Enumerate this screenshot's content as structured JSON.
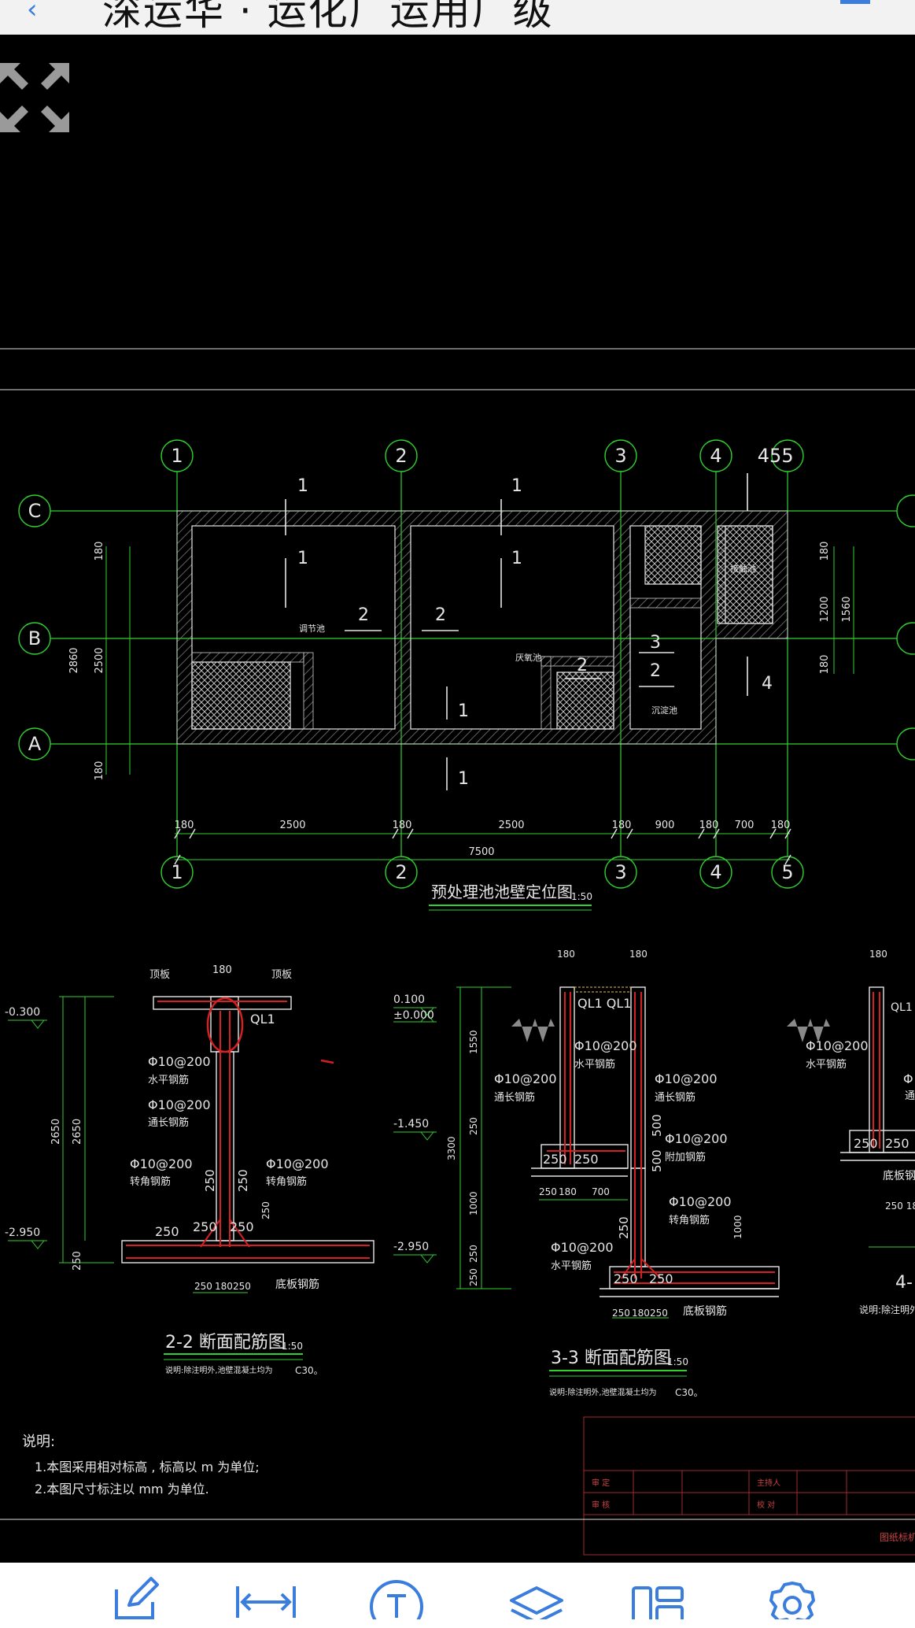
{
  "app": {
    "title": "深运华 · 运化厂运用厂级"
  },
  "drawing": {
    "plan_title": "预处理池池壁定位图",
    "plan_scale": "1:50",
    "axis_labels": {
      "top": [
        "1",
        "2",
        "3",
        "4",
        "5"
      ],
      "bottom": [
        "1",
        "2",
        "3",
        "4",
        "5"
      ],
      "rows": [
        "C",
        "B",
        "A"
      ],
      "top_extra": "45"
    },
    "plan_dims": {
      "bottom": [
        "180",
        "2500",
        "180",
        "2500",
        "180",
        "900",
        "180",
        "700",
        "180"
      ],
      "total": "7500",
      "left_rows": [
        "180",
        "2500",
        "180"
      ],
      "left_total": "2860",
      "right_rows": [
        "180",
        "1200",
        "180"
      ],
      "right_total": "1560"
    },
    "plan_labels": {
      "cut_marks": [
        "1",
        "1",
        "1",
        "1",
        "2",
        "2",
        "2",
        "2",
        "3",
        "4",
        "1",
        "1"
      ],
      "room1": "调节池",
      "room2": "厌氧池",
      "room3": "沉淀池",
      "room4": "接触池"
    },
    "section2": {
      "title": "2-2 断面配筋图",
      "scale": "1:50",
      "note": "说明:除注明外,池壁混凝土均为",
      "grade": "C30。",
      "elev_top": "-0.300",
      "elev_bot": "-2.950",
      "dim_total": "2650",
      "dim_inner": "2650",
      "dim_base": "250",
      "slab_l": "顶板",
      "slab_r": "顶板",
      "top_w": "180",
      "beam": "QL1",
      "rebar1": "Φ10@200",
      "rebar1_note": "水平钢筋",
      "rebar2": "Φ10@200",
      "rebar2_note": "通长钢筋",
      "rebar3": "Φ10@200",
      "rebar3_note": "转角钢筋",
      "rebar4": "Φ10@200",
      "rebar4_note": "转角钢筋",
      "d250a": "250",
      "d250b": "250",
      "d250c": "250",
      "d250d": "250",
      "d250e": "250",
      "d250f": "250",
      "base_dims": [
        "250",
        "180",
        "250"
      ],
      "bottom_rebar": "底板钢筋"
    },
    "section3": {
      "title": "3-3 断面配筋图",
      "scale": "1:50",
      "note": "说明:除注明外,池壁混凝土均为",
      "grade": "C30。",
      "elev1": "0.100",
      "elev2": "±0.000",
      "elev3": "-1.450",
      "elev4": "-2.950",
      "dims_v": [
        "1550",
        "250",
        "1000",
        "250",
        "250"
      ],
      "dim_total": "3300",
      "top_w1": "180",
      "top_w2": "180",
      "beam": "QL1 QL1",
      "rebar1": "Φ10@200",
      "rebar1_note": "水平钢筋",
      "rebar2": "Φ10@200",
      "rebar2_note": "通长钢筋",
      "rebar3": "Φ10@200",
      "rebar3_note": "通长钢筋",
      "rebar4": "Φ10@200",
      "rebar4_note": "附加钢筋",
      "rebar5": "Φ10@200",
      "rebar5_note": "转角钢筋",
      "rebar6": "Φ10@200",
      "rebar6_note": "水平钢筋",
      "step_dims": [
        "250",
        "250"
      ],
      "mid_dims": [
        "250",
        "180",
        "700"
      ],
      "vert_dims": [
        "500",
        "500"
      ],
      "d1000": "1000",
      "d250": "250",
      "base_dims": [
        "250",
        "250"
      ],
      "base_dims2": [
        "250",
        "180",
        "250"
      ],
      "bottom_rebar": "底板钢筋"
    },
    "section4": {
      "top_w": "180",
      "beam": "QL1",
      "rebar1": "Φ10@200",
      "rebar1_note": "水平钢筋",
      "rebar2": "Φ",
      "rebar3": "通",
      "base_dims": [
        "250",
        "250"
      ],
      "bottom_rebar": "底板钢",
      "base_dims2": "250 18",
      "title": "4-",
      "note": "说明:除注明外"
    },
    "notes": {
      "heading": "说明:",
      "line1": "1.本图采用相对标高 , 标高以 m 为单位;",
      "line2": "2.本图尺寸标注以 mm 为单位."
    },
    "titleblock": {
      "r1c1": "审 定",
      "r1c2": "主持人",
      "r2c1": "审 核",
      "r2c2": "校 对",
      "drawing_name": "图纸标机"
    }
  },
  "toolbar": {
    "items": [
      {
        "name": "edit",
        "icon": "pencil-icon"
      },
      {
        "name": "measure",
        "icon": "measure-icon"
      },
      {
        "name": "text",
        "icon": "text-icon"
      },
      {
        "name": "layers",
        "icon": "layers-icon"
      },
      {
        "name": "layout",
        "icon": "layout-icon"
      },
      {
        "name": "settings",
        "icon": "gear-icon"
      }
    ]
  },
  "colors": {
    "green": "#2fd12f",
    "white": "#e6e6e6",
    "red": "#d42020",
    "hatch": "#8a8a8a",
    "accent": "#3b7ddd"
  }
}
